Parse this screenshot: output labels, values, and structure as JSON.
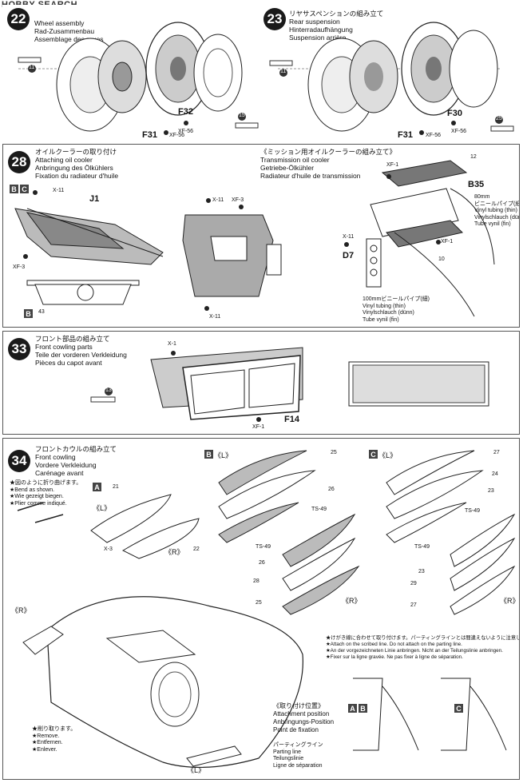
{
  "watermark": "HOBBY SEARCH",
  "steps": {
    "s22": {
      "num": "22",
      "lines": [
        "Wheel assembly",
        "Rad-Zusammenbau",
        "Assemblage des roues"
      ],
      "parts": {
        "f31": "F31",
        "f32": "F32",
        "xf56a": "XF-56",
        "xf56b": "XF-56",
        "c11": "11",
        "c15": "15"
      }
    },
    "s23": {
      "num": "23",
      "lines": [
        "リヤサスペンションの組み立て",
        "Rear suspension",
        "Hinterradaufhängung",
        "Suspension arrière"
      ],
      "parts": {
        "f31": "F31",
        "f30": "F30",
        "xf56a": "XF-56",
        "xf56b": "XF-56",
        "c11": "11",
        "c25": "25"
      }
    },
    "s28": {
      "num": "28",
      "lines": [
        "オイルクーラーの取り付け",
        "Attaching oil cooler",
        "Anbringung des Ölkühlers",
        "Fixation du radiateur d'huile"
      ],
      "sub": [
        "《ミッション用オイルクーラーの組み立て》",
        "Transmission oil cooler",
        "Getriebe-Ölkühler",
        "Radiateur d'huile de transmission"
      ],
      "bc": [
        "B",
        "C"
      ],
      "b": "B",
      "parts": {
        "j1": "J1",
        "x11a": "X-11",
        "xf3a": "XF-3",
        "x11b": "X-11",
        "xf3b": "XF-3",
        "x11c": "X-11",
        "c43": "43",
        "xf1a": "XF-1",
        "b35": "B35",
        "x11d": "X-11",
        "d7": "D7",
        "xf1b": "XF-1",
        "c10": "10",
        "c12": "12"
      },
      "tubing_thin": [
        "80mm",
        "ビニールパイプ(細)",
        "Vinyl tubing (thin)",
        "Vinylschlauch (dünn)",
        "Tube vynil (fin)"
      ],
      "tubing2": [
        "100mmビニールパイプ(細)",
        "Vinyl tubing (thin)",
        "Vinylschlauch (dünn)",
        "Tube vynil (fin)"
      ]
    },
    "s33": {
      "num": "33",
      "lines": [
        "フロント部品の組み立て",
        "Front cowling parts",
        "Teile der vorderen Verkleidung",
        "Pièces du capot avant"
      ],
      "parts": {
        "x1": "X-1",
        "f14": "F14",
        "xf1": "XF-1",
        "c13": "13"
      }
    },
    "s34": {
      "num": "34",
      "lines": [
        "フロントカウルの組み立て",
        "Front cowling",
        "Vordere Verkleidung",
        "Carénage avant"
      ],
      "bend": [
        "★図のように折り曲げます。",
        "★Bend as shown.",
        "★Wie gezeigt biegen.",
        "★Plier comme indiqué."
      ],
      "a": "A",
      "b": "B",
      "c": "C",
      "L": "《L》",
      "R": "《R》",
      "parts": {
        "c21": "21",
        "c22": "22",
        "x3": "X-3",
        "ts49a": "TS-49",
        "ts49b": "TS-49",
        "ts49c": "TS-49",
        "ts49d": "TS-49",
        "c25a": "25",
        "c25b": "25",
        "c26a": "26",
        "c26b": "26",
        "c27a": "27",
        "c27b": "27",
        "c23a": "23",
        "c23b": "23",
        "c24": "24",
        "c29": "29",
        "c28": "28"
      },
      "attach": [
        "★けがき線に合わせて取り付けます。パーティングラインとは間違えないように注意して下さい。",
        "★Attach on the scribed line. Do not attach on the parting line.",
        "★An der vorgezeichneten Linie anbringen. Nicht an der Teilungslinie anbringen.",
        "★Fixer sur la ligne gravée. Ne pas fixer à ligne de séparation."
      ],
      "remove": [
        "★削り取ります。",
        "★Remove.",
        "★Entfernen.",
        "★Enlever."
      ],
      "position": [
        "《取り付け位置》",
        "Attachment position",
        "Anbringungs-Position",
        "Point de fixation"
      ],
      "ab": [
        "A",
        "B"
      ],
      "parting": [
        "パーティングライン",
        "Parting line",
        "Teilungslinie",
        "Ligne de séparation"
      ]
    }
  }
}
